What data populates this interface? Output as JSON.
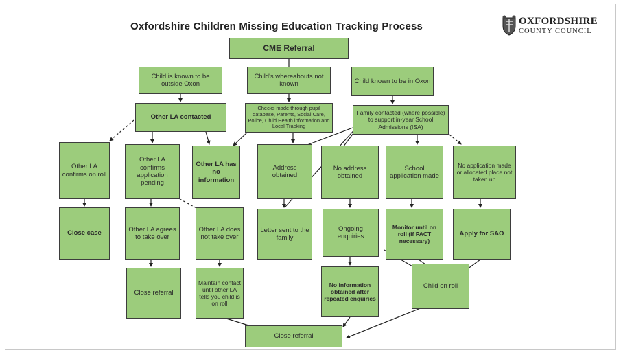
{
  "title": "Oxfordshire Children Missing Education Tracking Process",
  "logo": {
    "line1": "OXFORDSHIRE",
    "line2": "COUNTY COUNCIL",
    "icon": "crest-icon"
  },
  "colors": {
    "box_fill": "#9ccc7c",
    "box_border": "#3d3d3d",
    "line": "#222222"
  },
  "boxes": {
    "cme_referral": "CME Referral",
    "known_outside": "Child is known to be outside Oxon",
    "whereabouts_unknown": "Child's whereabouts not known",
    "known_in_oxon": "Child known to be in Oxon",
    "other_la_contacted": "Other LA contacted",
    "checks": "Checks made through pupil database, Parents, Social Care, Police, Child Health information and Local Tracking",
    "family_contacted": "Family contacted (where possible) to support in-year School Admissions (ISA)",
    "other_la_confirms_roll": "Other LA confirms on roll",
    "other_la_confirms_pending": "Other LA confirms application pending",
    "other_la_no_information": "Other LA has no information",
    "address_obtained": "Address obtained",
    "no_address": "No address obtained",
    "school_application": "School application made",
    "no_application": "No application made or allocated place not taken up",
    "close_case_1": "Close case",
    "other_la_agrees": "Other LA agrees to take over",
    "other_la_does_not": "Other LA does not take over",
    "letter_sent": "Letter sent to the family",
    "ongoing_enquiries": "Ongoing enquiries",
    "monitor_on_roll": "Monitor until on roll (if PACT necessary)",
    "apply_for_sao": "Apply for SAO",
    "close_referral": "Close referral",
    "maintain_contact": "Maintain contact until other LA tells you child is on roll",
    "no_information": "No information obtained after repeated enquiries",
    "child_on_roll": "Child on roll",
    "close_referral_final": "Close referral"
  }
}
